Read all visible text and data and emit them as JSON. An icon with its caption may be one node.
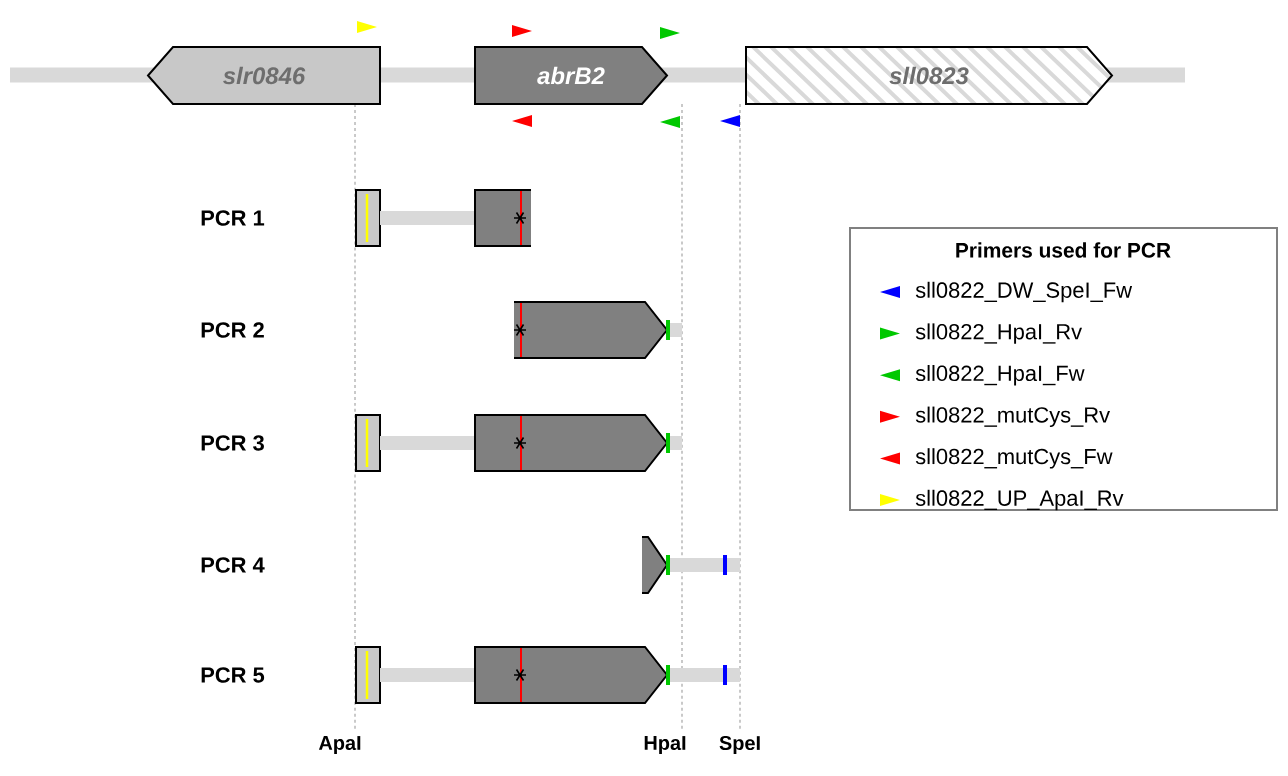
{
  "diagram": {
    "nodes": [
      {
        "text": [
          "slr0846"
        ]
      },
      {
        "text": [
          "abrB2"
        ]
      },
      {
        "text": [
          "sll0823"
        ]
      }
    ],
    "labels": [
      "PCR 1",
      "PCR 2",
      "PCR 3",
      "PCR 4",
      "PCR 5",
      "ApaI",
      "HpaI",
      "SpeI",
      "Primers used for PCR"
    ],
    "legend": [
      {
        "text": "sll0822_DW_SpeI_Fw",
        "color": "#0000ff"
      },
      {
        "text": "sll0822_HpaI_Rv",
        "color": "#00c800"
      },
      {
        "text": "sll0822_HpaI_Fw",
        "color": "#00c800"
      },
      {
        "text": "sll0822_mutCys_Rv",
        "color": "#ff0000"
      },
      {
        "text": "sll0822_mutCys_Fw",
        "color": "#ff0000"
      },
      {
        "text": "sll0822_UP_ApaI_Rv",
        "color": "#ffff00"
      }
    ]
  }
}
